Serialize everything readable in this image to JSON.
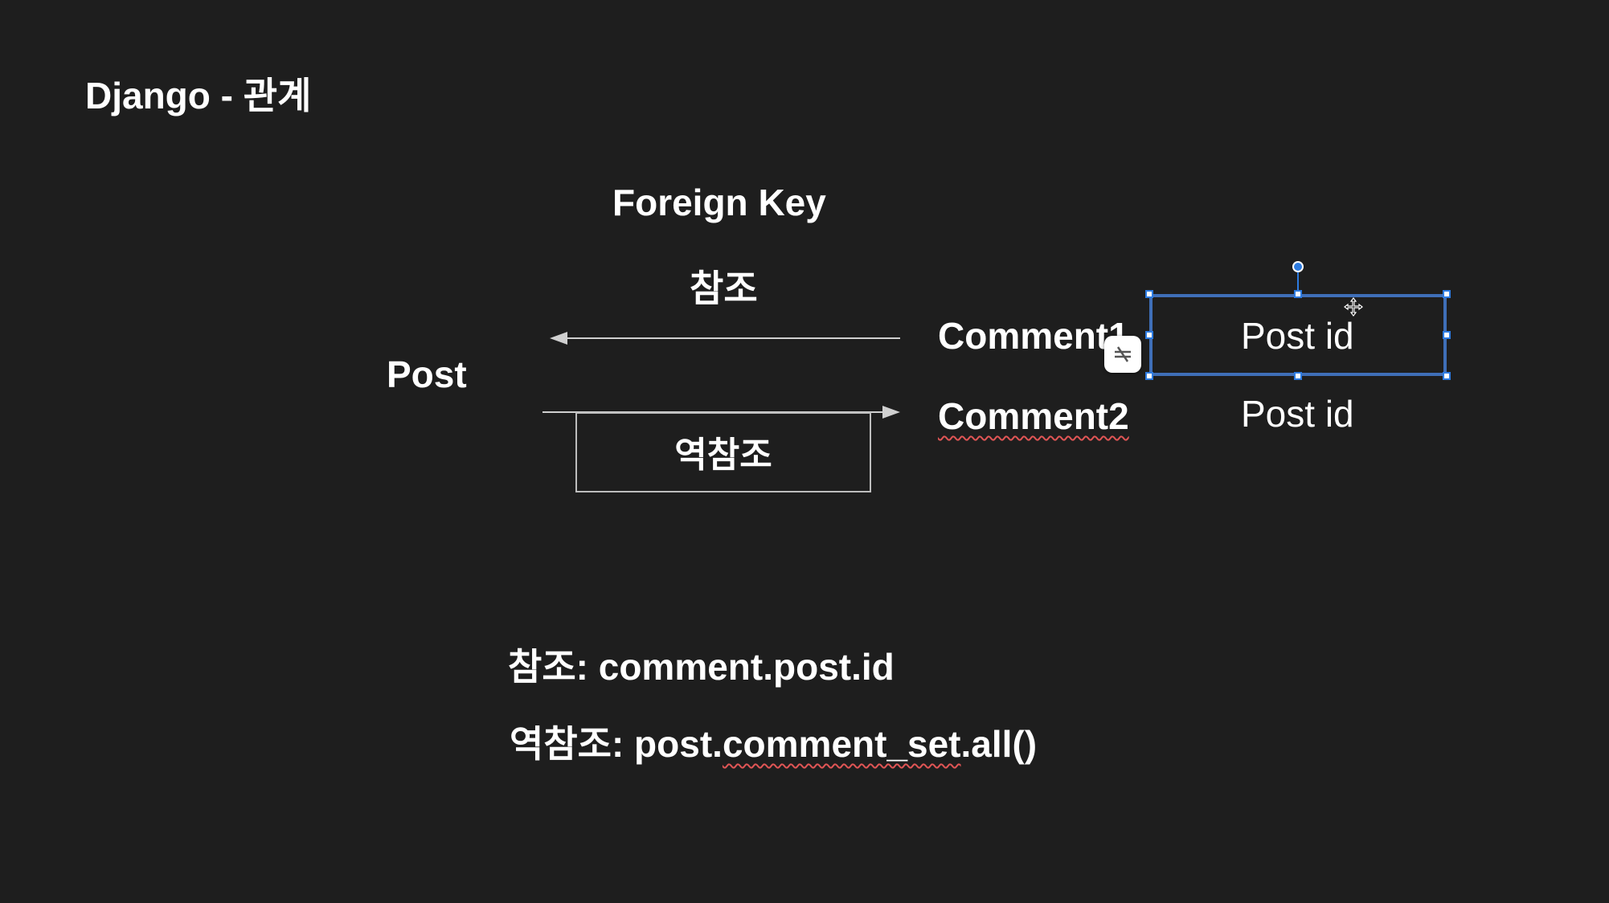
{
  "slide": {
    "title": "Django - 관계",
    "foreign_key_label": "Foreign Key",
    "reference_label": "참조",
    "post_label": "Post",
    "comment1_label": "Comment1",
    "comment2_label": "Comment2",
    "reverse_reference_label": "역참조",
    "post_id_1": "Post id",
    "post_id_2": "Post id",
    "code_reference": "참조: comment.post.id",
    "code_reverse_prefix": "역참조: post.",
    "code_reverse_underlined": "comment_set",
    "code_reverse_suffix": ".all()"
  },
  "selection": {
    "selected_item": "Post id",
    "handles": [
      "top-left",
      "top",
      "top-right",
      "left",
      "right",
      "bottom-left",
      "bottom",
      "bottom-right"
    ]
  },
  "icons": {
    "format_button": "strikethrough-format-icon",
    "cursor": "move-cursor-icon"
  },
  "colors": {
    "background": "#1e1e1e",
    "text": "#ffffff",
    "selection": "#3f6fb8",
    "handle": "#2d7be0",
    "spellcheck": "#e05555"
  }
}
